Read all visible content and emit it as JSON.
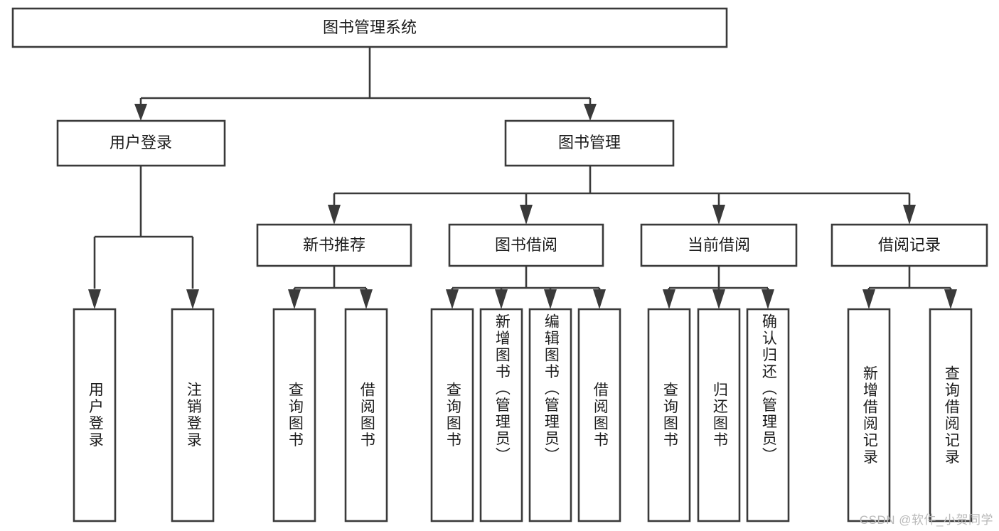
{
  "diagram": {
    "type": "tree",
    "title": "图书管理系统",
    "watermark": "CSDN @软件_小贺同学",
    "colors": {
      "box_stroke": "#3a3a3a",
      "box_fill": "#ffffff",
      "text": "#1b1b1b",
      "connector": "#3a3a3a",
      "watermark": "#b9b9b9",
      "background": "#ffffff"
    },
    "levels": {
      "root": {
        "label": "图书管理系统"
      },
      "level2": [
        {
          "label": "用户登录"
        },
        {
          "label": "图书管理"
        }
      ],
      "level3": [
        {
          "label": "新书推荐"
        },
        {
          "label": "图书借阅"
        },
        {
          "label": "当前借阅"
        },
        {
          "label": "借阅记录"
        }
      ],
      "leaves": {
        "user_login": [
          {
            "label": "用户登录"
          },
          {
            "label": "注销登录"
          }
        ],
        "new_book_recommend": [
          {
            "label": "查询图书"
          },
          {
            "label": "借阅图书"
          }
        ],
        "book_borrow": [
          {
            "label": "查询图书"
          },
          {
            "label": "新增图书（管理员）"
          },
          {
            "label": "编辑图书（管理员）"
          },
          {
            "label": "借阅图书"
          }
        ],
        "current_borrow": [
          {
            "label": "查询图书"
          },
          {
            "label": "归还图书"
          },
          {
            "label": "确认归还（管理员）"
          }
        ],
        "borrow_record": [
          {
            "label": "新增借阅记录"
          },
          {
            "label": "查询借阅记录"
          }
        ]
      }
    }
  }
}
